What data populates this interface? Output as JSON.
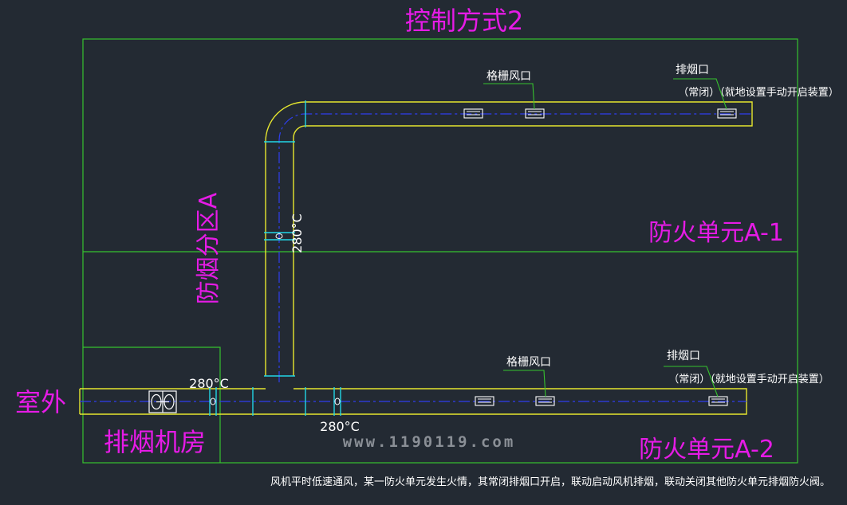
{
  "title": "控制方式2",
  "zone_label": "防烟分区A",
  "outdoor_label": "室外",
  "fan_room_label": "排烟机房",
  "unit_a1_label": "防火单元A-1",
  "unit_a2_label": "防火单元A-2",
  "damper_temp_vertical": "280°C",
  "damper_temp_left": "280°C",
  "damper_temp_bottom": "280°C",
  "upper_grille_label": "格栅风口",
  "upper_exhaust_label": "排烟口",
  "upper_exhaust_note": "（常闭）（就地设置手动开启装置）",
  "lower_grille_label": "格栅风口",
  "lower_exhaust_label": "排烟口",
  "lower_exhaust_note": "（常闭）（就地设置手动开启装置）",
  "watermark": "www.1190119.com",
  "description": "风机平时低速通风，某一防火单元发生火情，其常闭排烟口开启，联动启动风机排烟，联动关闭其他防火单元排烟防火阀。",
  "colors": {
    "background": "#232a33",
    "frame": "#36c22e",
    "duct": "#e6e62e",
    "centerline": "#2f3ff0",
    "cyan": "#22d6e6",
    "label": "#e61be6",
    "text": "#ffffff"
  }
}
